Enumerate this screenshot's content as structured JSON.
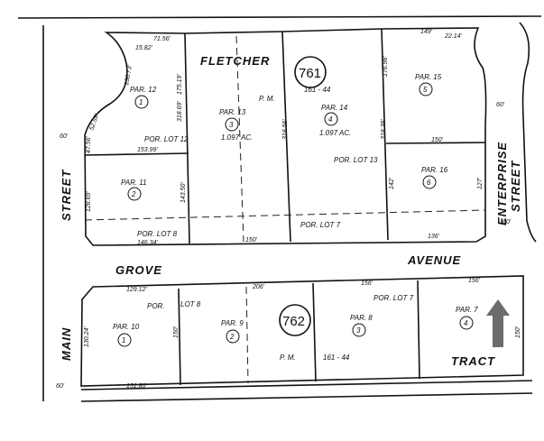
{
  "streets": {
    "fletcher": "FLETCHER",
    "grove": "GROVE",
    "avenue": "AVENUE",
    "main": "MAIN",
    "street_left": "STREET",
    "enterprise": "ENTERPRISE",
    "street_right": "STREET",
    "tract": "TRACT"
  },
  "map_books": [
    {
      "page": "761",
      "ref_pm": "P. M.",
      "ref": "161 - 44"
    },
    {
      "page": "762",
      "ref_pm": "P. M.",
      "ref": "161 - 44"
    }
  ],
  "upper_block": {
    "parcels": [
      {
        "par": "PAR. 12",
        "num": "1"
      },
      {
        "par": "PAR. 11",
        "num": "2"
      },
      {
        "par": "PAR. 13",
        "num": "3",
        "area": "1.097 AC."
      },
      {
        "par": "PAR. 14",
        "num": "4",
        "area": "1.097 AC."
      },
      {
        "par": "PAR. 15",
        "num": "5"
      },
      {
        "par": "PAR. 16",
        "num": "6"
      }
    ],
    "lots": [
      "POR. LOT 12",
      "POR. LOT 13",
      "POR. LOT 8",
      "POR. LOT 7"
    ],
    "dims": [
      "71.56'",
      "15.82'",
      "136.73'",
      "52.59'",
      "47.56'",
      "153.99'",
      "175.19'",
      "318.69'",
      "128.69'",
      "143.50'",
      "146.34'",
      "150'",
      "318.56'",
      "318.38'",
      "176.98'",
      "149'",
      "22.14'",
      "150'",
      "142'",
      "127'",
      "136'",
      "60'",
      "60'",
      "60'"
    ]
  },
  "lower_block": {
    "parcels": [
      {
        "par": "PAR. 10",
        "num": "1"
      },
      {
        "par": "PAR. 9",
        "num": "2"
      },
      {
        "par": "PAR. 8",
        "num": "3"
      },
      {
        "par": "PAR. 7",
        "num": "4"
      }
    ],
    "lots": [
      "POR.",
      "LOT 8",
      "POR. LOT 7"
    ],
    "dims": [
      "129.12'",
      "206'",
      "156'",
      "156'",
      "130.24'",
      "150'",
      "150'",
      "151.80'",
      "60'"
    ]
  },
  "north_arrow_color": "#6b6b6b"
}
